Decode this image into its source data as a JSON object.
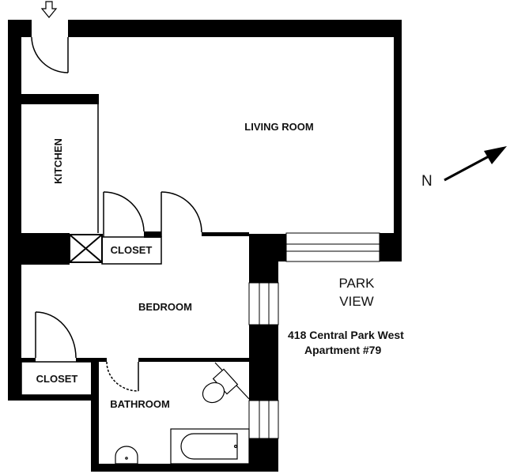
{
  "rooms": {
    "living_room": "LIVING ROOM",
    "kitchen": "KITCHEN",
    "closet_upper": "CLOSET",
    "bedroom": "BEDROOM",
    "closet_lower": "CLOSET",
    "bathroom": "BATHROOM"
  },
  "view": {
    "line1": "PARK",
    "line2": "VIEW"
  },
  "address": {
    "line1": "418 Central Park West",
    "line2": "Apartment #79"
  },
  "compass": {
    "label": "N"
  },
  "icons": {
    "entrance": "entrance-arrow-icon",
    "north": "north-arrow-icon"
  },
  "colors": {
    "wall": "#000000",
    "background": "#ffffff"
  }
}
